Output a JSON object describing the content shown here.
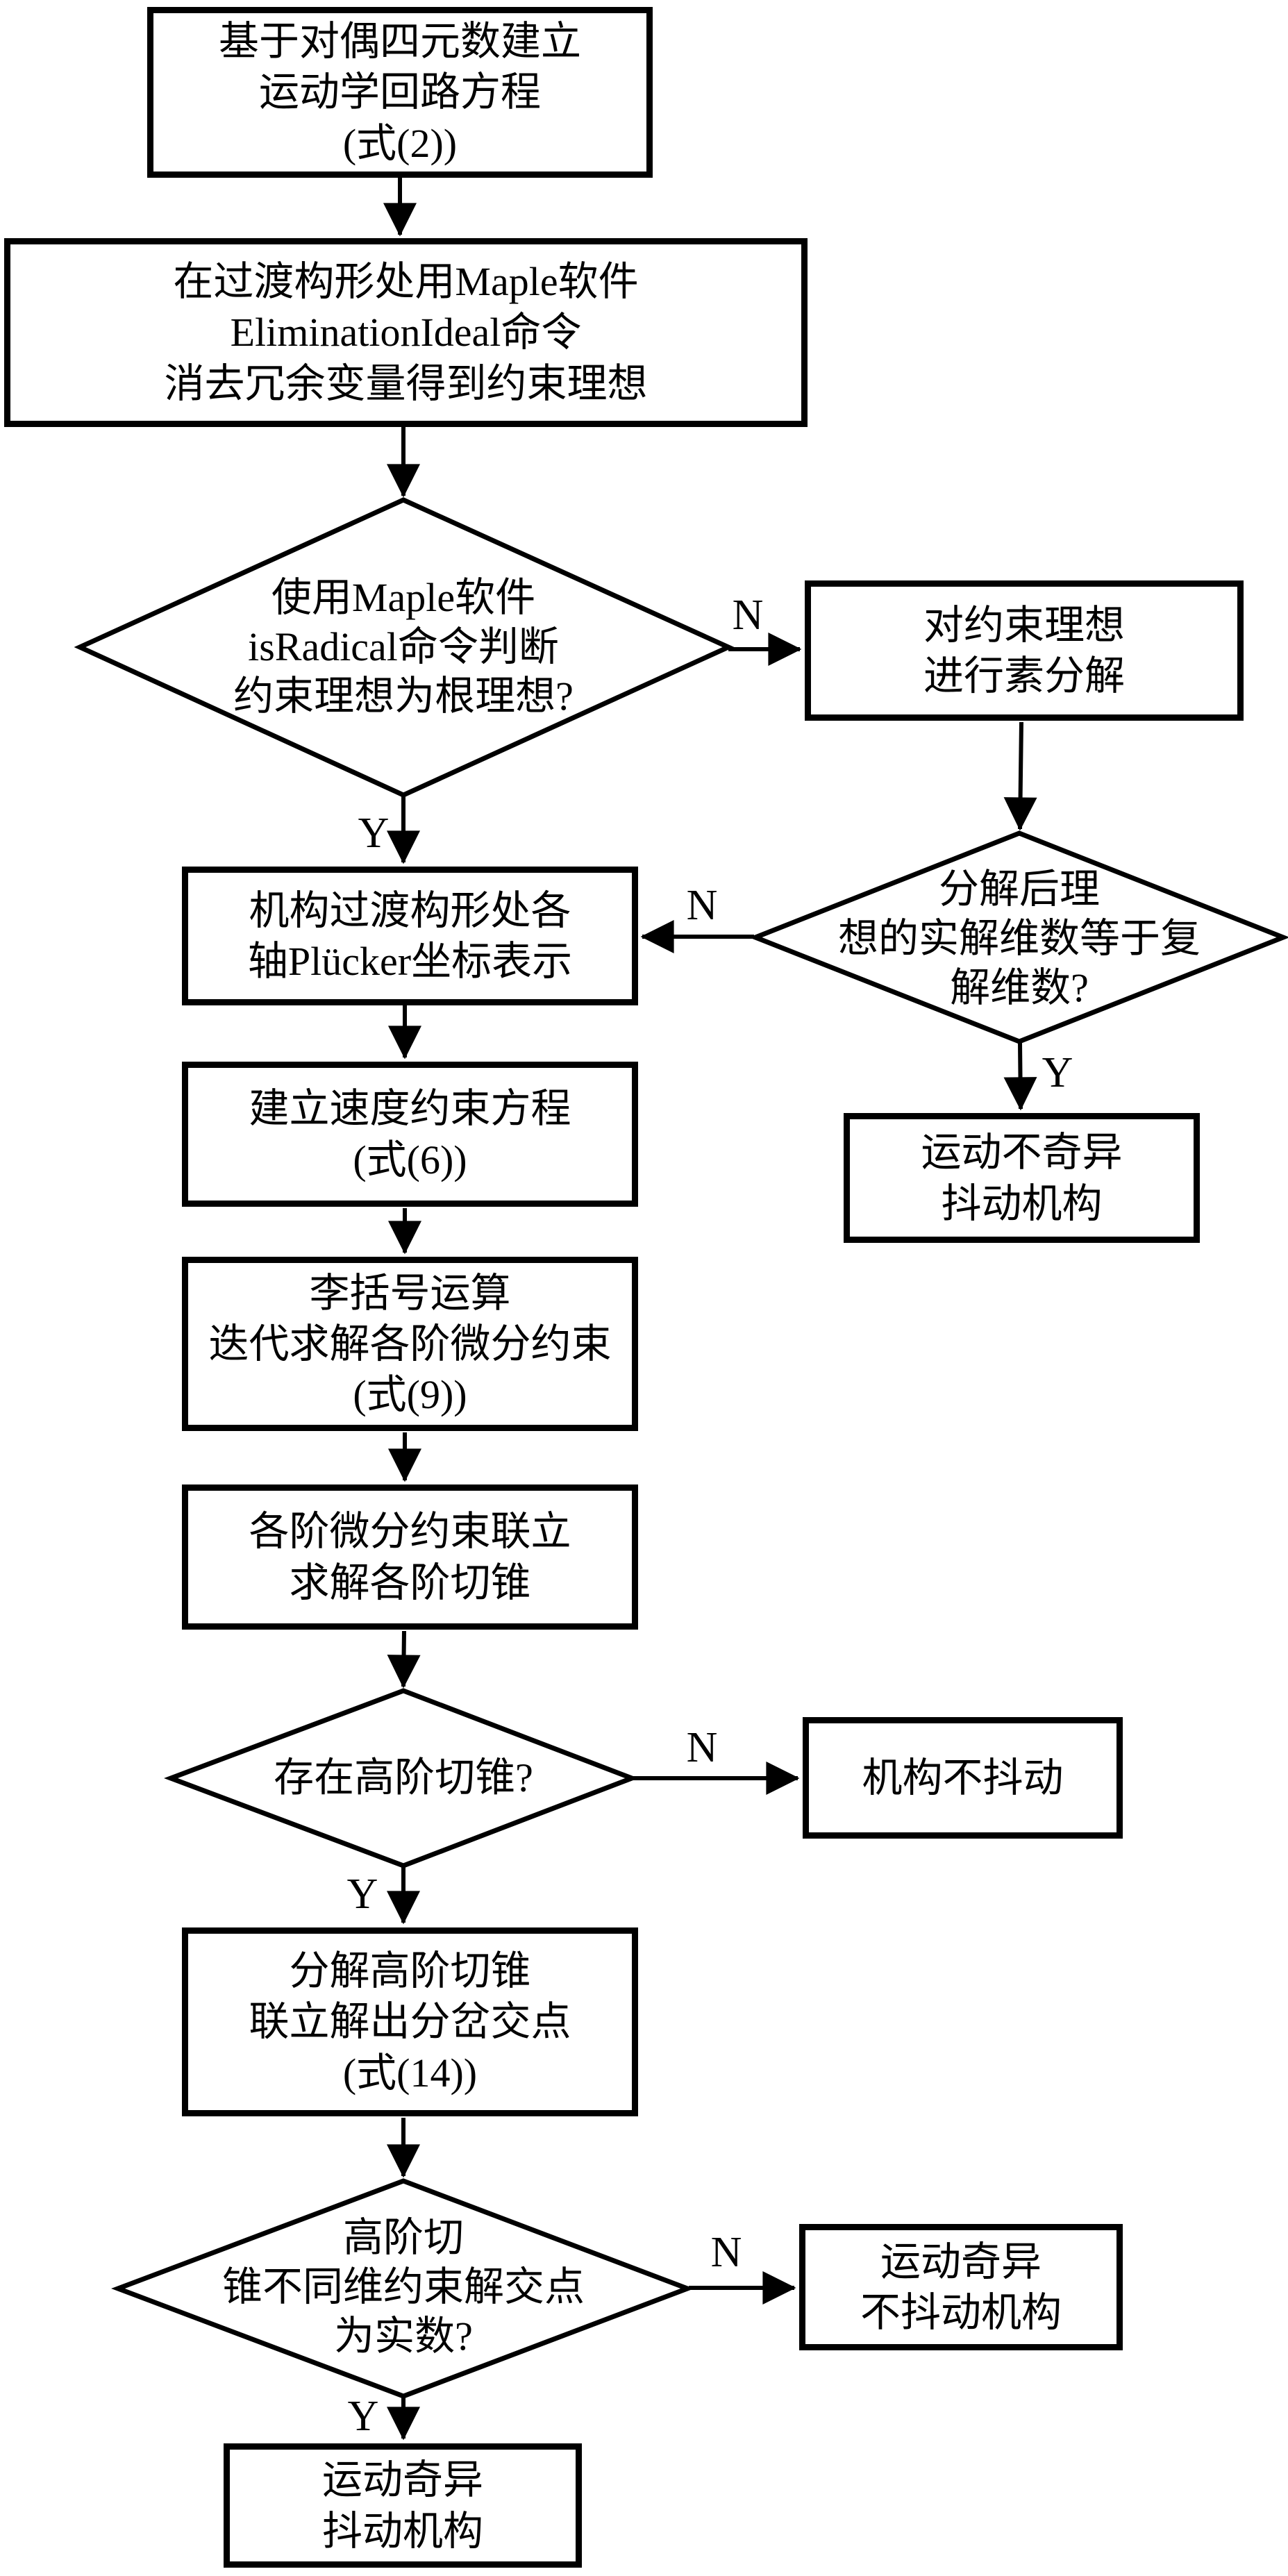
{
  "colors": {
    "line": "#000000",
    "background": "#ffffff",
    "text": "#000000"
  },
  "nodes": {
    "start": {
      "type": "process",
      "label": "基于对偶四元数建立\n运动学回路方程\n(式(2))"
    },
    "elimination": {
      "type": "process",
      "label": "在过渡构形处用Maple软件\nEliminationIdeal命令\n消去冗余变量得到约束理想"
    },
    "radical_check": {
      "type": "decision",
      "label": "使用Maple软件\nisRadical命令判断\n约束理想为根理想?"
    },
    "prime_decomposition": {
      "type": "process",
      "label": "对约束理想\n进行素分解"
    },
    "dimension_check": {
      "type": "decision",
      "label": "分解后理\n想的实解维数等于复\n解维数?"
    },
    "nonsingular_shaky": {
      "type": "terminal",
      "label": "运动不奇异\n抖动机构"
    },
    "plucker": {
      "type": "process",
      "label": "机构过渡构形处各\n轴Plücker坐标表示"
    },
    "velocity": {
      "type": "process",
      "label": "建立速度约束方程\n(式(6))"
    },
    "lie_bracket": {
      "type": "process",
      "label": "李括号运算\n迭代求解各阶微分约束\n(式(9))"
    },
    "tangent_cone": {
      "type": "process",
      "label": "各阶微分约束联立\n求解各阶切锥"
    },
    "higher_cone_check": {
      "type": "decision",
      "label": "存在高阶切锥?"
    },
    "no_shake": {
      "type": "terminal",
      "label": "机构不抖动"
    },
    "bifurcation": {
      "type": "process",
      "label": "分解高阶切锥\n联立解出分岔交点\n(式(14))"
    },
    "real_check": {
      "type": "decision",
      "label": "高阶切\n锥不同维约束解交点\n为实数?"
    },
    "singular_no_shake": {
      "type": "terminal",
      "label": "运动奇异\n不抖动机构"
    },
    "singular_shaky": {
      "type": "terminal",
      "label": "运动奇异\n抖动机构"
    }
  },
  "edge_labels": {
    "radical_yes": "Y",
    "radical_no": "N",
    "dimension_yes": "Y",
    "dimension_no": "N",
    "higher_cone_yes": "Y",
    "higher_cone_no": "N",
    "real_yes": "Y",
    "real_no": "N"
  }
}
